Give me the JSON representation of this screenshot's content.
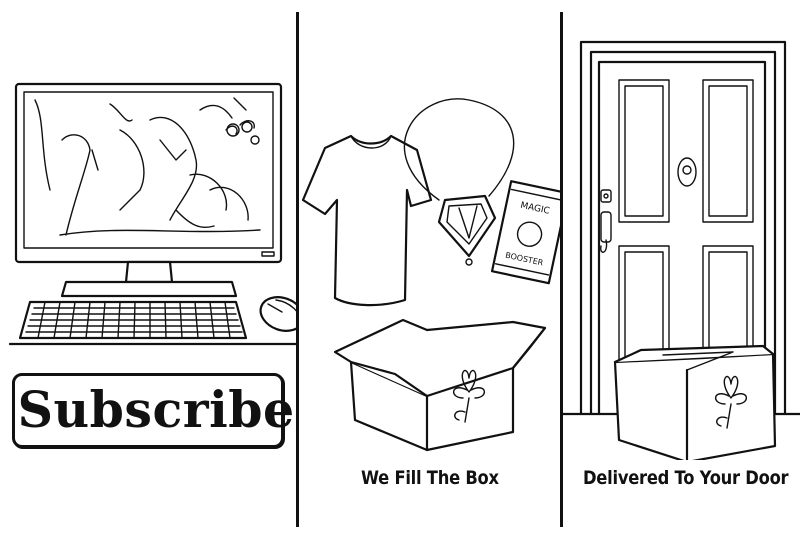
{
  "panels": {
    "subscribe": {
      "button_label": "Subscribe"
    },
    "fill_box": {
      "caption": "We Fill The Box",
      "booster_lines": [
        "MAGIC",
        "BOOSTER"
      ]
    },
    "delivered": {
      "caption": "Delivered To Your Door"
    }
  },
  "colors": {
    "ink": "#111111",
    "paper": "#ffffff"
  },
  "icons": [
    "computer-monitor-icon",
    "keyboard-icon",
    "mouse-icon",
    "tshirt-icon",
    "pendant-icon",
    "booster-pack-icon",
    "open-box-icon",
    "door-icon",
    "package-icon",
    "lotus-icon"
  ]
}
